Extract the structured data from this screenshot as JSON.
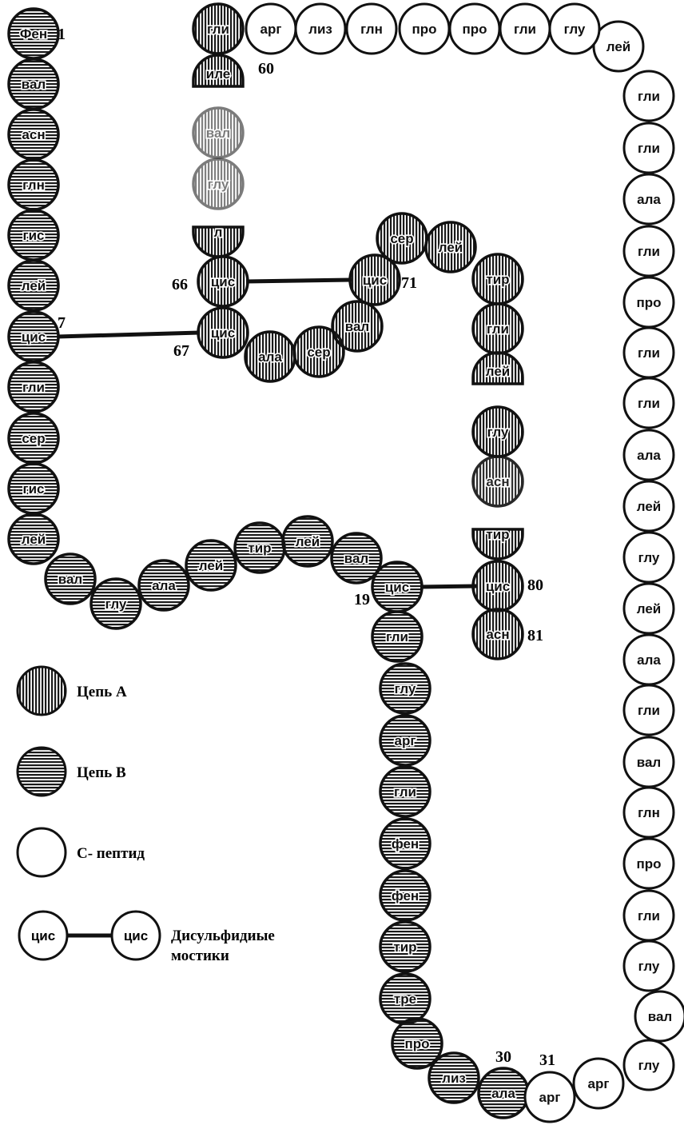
{
  "colors": {
    "ink": "#111111",
    "paper": "#ffffff",
    "stripe": "#1a1a1a"
  },
  "residues": [
    {
      "label": "Фен",
      "chain": "B"
    },
    {
      "label": "вал",
      "chain": "B"
    },
    {
      "label": "асн",
      "chain": "B"
    },
    {
      "label": "глн",
      "chain": "B"
    },
    {
      "label": "гис",
      "chain": "B"
    },
    {
      "label": "лей",
      "chain": "B"
    },
    {
      "label": "цис",
      "chain": "B"
    },
    {
      "label": "гли",
      "chain": "B"
    },
    {
      "label": "сер",
      "chain": "B"
    },
    {
      "label": "гис",
      "chain": "B"
    },
    {
      "label": "лей",
      "chain": "B"
    },
    {
      "label": "вал",
      "chain": "B"
    },
    {
      "label": "глу",
      "chain": "B"
    },
    {
      "label": "ала",
      "chain": "B"
    },
    {
      "label": "лей",
      "chain": "B"
    },
    {
      "label": "тир",
      "chain": "B"
    },
    {
      "label": "лей",
      "chain": "B"
    },
    {
      "label": "вал",
      "chain": "B"
    },
    {
      "label": "цис",
      "chain": "B"
    },
    {
      "label": "гли",
      "chain": "B"
    },
    {
      "label": "глу",
      "chain": "B"
    },
    {
      "label": "арг",
      "chain": "B"
    },
    {
      "label": "гли",
      "chain": "B"
    },
    {
      "label": "фен",
      "chain": "B"
    },
    {
      "label": "фен",
      "chain": "B"
    },
    {
      "label": "тир",
      "chain": "B"
    },
    {
      "label": "тре",
      "chain": "B"
    },
    {
      "label": "про",
      "chain": "B"
    },
    {
      "label": "лиз",
      "chain": "B"
    },
    {
      "label": "ала",
      "chain": "B"
    },
    {
      "label": "арг",
      "chain": "C"
    },
    {
      "label": "арг",
      "chain": "C"
    },
    {
      "label": "глу",
      "chain": "C"
    },
    {
      "label": "вал",
      "chain": "C"
    },
    {
      "label": "глу",
      "chain": "C"
    },
    {
      "label": "гли",
      "chain": "C"
    },
    {
      "label": "про",
      "chain": "C"
    },
    {
      "label": "глн",
      "chain": "C"
    },
    {
      "label": "вал",
      "chain": "C"
    },
    {
      "label": "гли",
      "chain": "C"
    },
    {
      "label": "ала",
      "chain": "C"
    },
    {
      "label": "лей",
      "chain": "C"
    },
    {
      "label": "глу",
      "chain": "C"
    },
    {
      "label": "лей",
      "chain": "C"
    },
    {
      "label": "ала",
      "chain": "C"
    },
    {
      "label": "гли",
      "chain": "C"
    },
    {
      "label": "гли",
      "chain": "C"
    },
    {
      "label": "про",
      "chain": "C"
    },
    {
      "label": "гли",
      "chain": "C"
    },
    {
      "label": "ала",
      "chain": "C"
    },
    {
      "label": "гли",
      "chain": "C"
    },
    {
      "label": "гли",
      "chain": "C"
    },
    {
      "label": "лей",
      "chain": "C"
    },
    {
      "label": "глу",
      "chain": "C"
    },
    {
      "label": "гли",
      "chain": "C"
    },
    {
      "label": "про",
      "chain": "C"
    },
    {
      "label": "про",
      "chain": "C"
    },
    {
      "label": "глн",
      "chain": "C"
    },
    {
      "label": "лиз",
      "chain": "C"
    },
    {
      "label": "арг",
      "chain": "C"
    },
    {
      "label": "гли",
      "chain": "A"
    },
    {
      "label": "иле",
      "chain": "A"
    },
    {
      "label": "вал",
      "chain": "A"
    },
    {
      "label": "глу",
      "chain": "A"
    },
    {
      "label": "л",
      "chain": "A"
    },
    {
      "label": "цис",
      "chain": "A"
    },
    {
      "label": "цис",
      "chain": "A"
    },
    {
      "label": "ала",
      "chain": "A"
    },
    {
      "label": "сер",
      "chain": "A"
    },
    {
      "label": "вал",
      "chain": "A"
    },
    {
      "label": "цис",
      "chain": "A"
    },
    {
      "label": "сер",
      "chain": "A"
    },
    {
      "label": "лей",
      "chain": "A"
    },
    {
      "label": "тир",
      "chain": "A"
    },
    {
      "label": "гли",
      "chain": "A"
    },
    {
      "label": "лей",
      "chain": "A"
    },
    {
      "label": "глу",
      "chain": "A"
    },
    {
      "label": "асн",
      "chain": "A"
    },
    {
      "label": "тир",
      "chain": "A"
    },
    {
      "label": "цис",
      "chain": "A"
    },
    {
      "label": "асн",
      "chain": "A"
    }
  ],
  "position_numbers": [
    "1",
    "7",
    "19",
    "30",
    "31",
    "60",
    "66",
    "67",
    "71",
    "80",
    "81"
  ],
  "legend": {
    "chain_a": "Цепь А",
    "chain_b": "Цепь В",
    "c_peptide": "С- пептид",
    "bridge_left": "цис",
    "bridge_right": "цис",
    "bridge_label_line1": "Дисульфидиые",
    "bridge_label_line2": "мостики"
  }
}
